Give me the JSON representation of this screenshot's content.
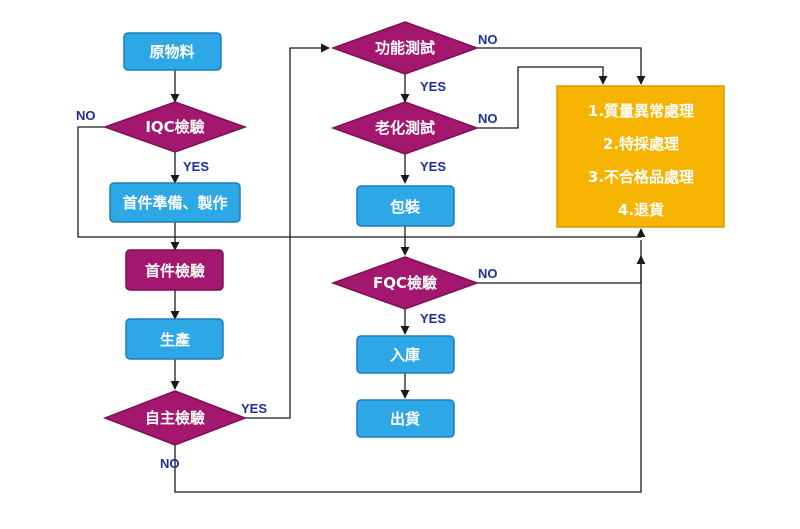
{
  "colors": {
    "process": "#2ea7e6",
    "process_edge": "#1b7fb8",
    "decision": "#a3176f",
    "decision_edge": "#7c1055",
    "outcome_box": "#f6b300",
    "outcome_edge": "#d79a00",
    "line": "#1a1a1a",
    "yes_no_text": "#1f2f9a"
  },
  "nodes": {
    "raw_material": "原物料",
    "iqc": "IQC檢驗",
    "first_article_prep": "首件準備、製作",
    "first_article_inspect": "首件檢驗",
    "production": "生產",
    "self_inspect": "自主檢驗",
    "function_test": "功能測試",
    "aging_test": "老化測試",
    "packaging": "包裝",
    "fqc": "FQC檢驗",
    "warehouse_in": "入庫",
    "shipment": "出貨"
  },
  "outcome": {
    "items": [
      "1.質量異常處理",
      "2.特採處理",
      "3.不合格品處理",
      "4.退貨"
    ]
  },
  "edge_labels": {
    "yes": "YES",
    "no": "NO"
  }
}
